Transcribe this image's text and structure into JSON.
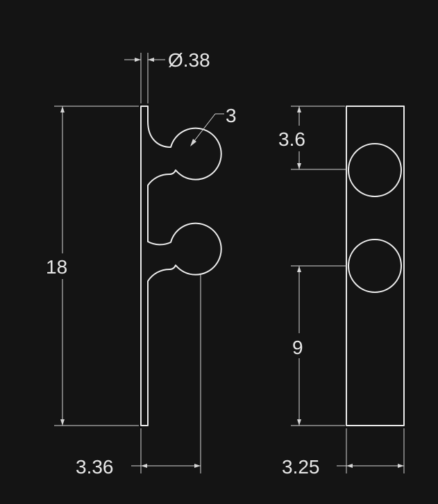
{
  "drawing": {
    "background": "#141414",
    "line_color": "#ececec",
    "dimensions": {
      "thickness": "Ø.38",
      "radius": "3",
      "height": "18",
      "side_depth": "3.36",
      "top_offset": "3.6",
      "hole_spacing": "9",
      "front_width": "3.25"
    }
  }
}
